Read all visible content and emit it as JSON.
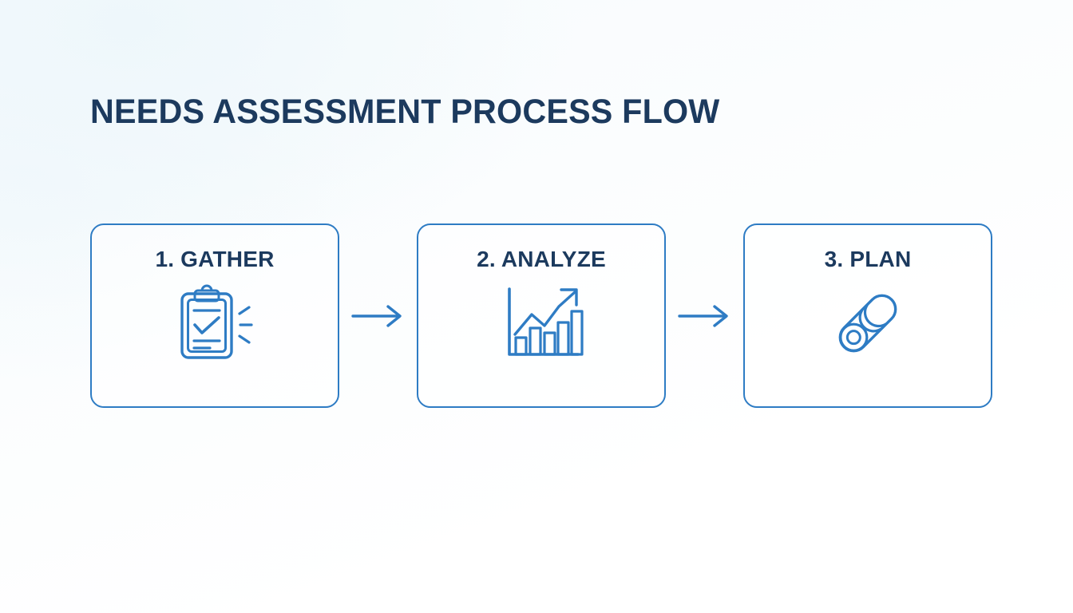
{
  "slide": {
    "title": "NEEDS ASSESSMENT PROCESS FLOW",
    "background_color": "#fbfdfe",
    "title_color": "#1c3a5e",
    "accent_color": "#2e7cc4"
  },
  "flow": {
    "steps": [
      {
        "label": "1. GATHER",
        "icon": "clipboard-checklist-icon",
        "icon_color": "#2e7cc4"
      },
      {
        "label": "2. ANALYZE",
        "icon": "bar-chart-growth-icon",
        "icon_color": "#2e7cc4"
      },
      {
        "label": "3. PLAN",
        "icon": "rolled-blueprint-icon",
        "icon_color": "#2e7cc4"
      }
    ],
    "connectors": [
      {
        "icon": "arrow-right-icon",
        "color": "#2e7cc4"
      },
      {
        "icon": "arrow-right-icon",
        "color": "#2e7cc4"
      }
    ]
  }
}
